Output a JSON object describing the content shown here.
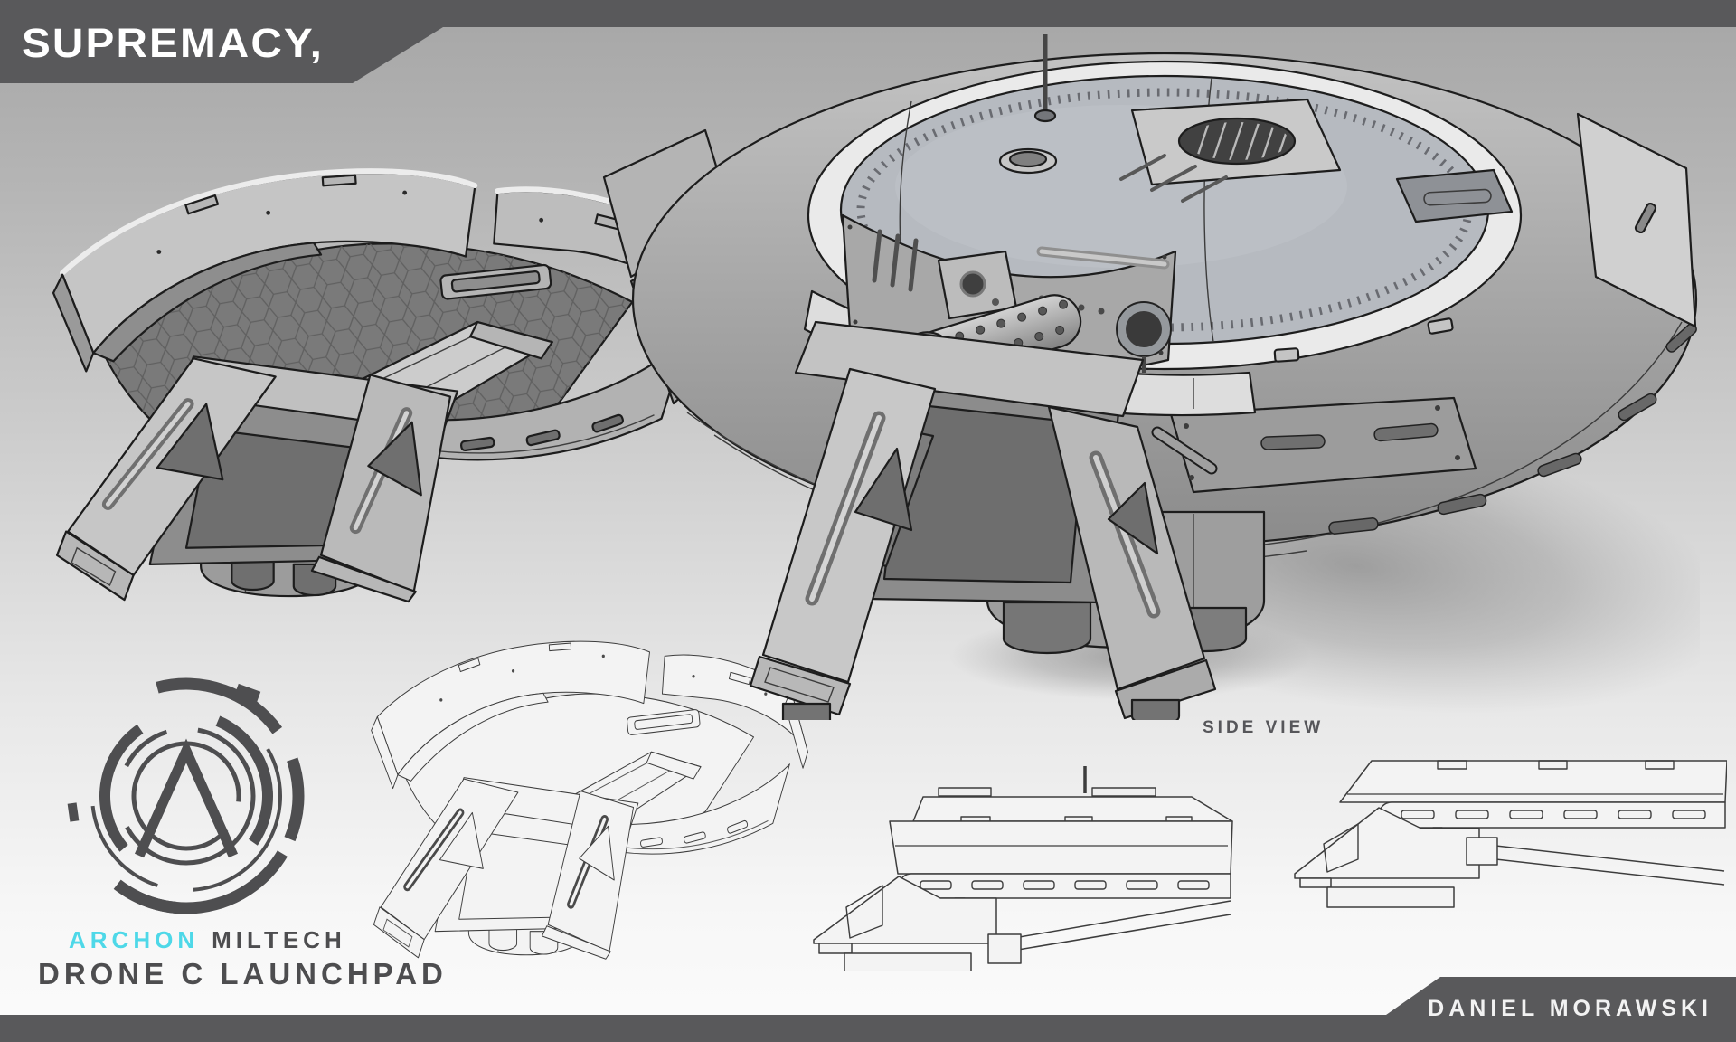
{
  "banners": {
    "top_logo": "SUPREMACY,",
    "artist": "DANIEL MORAWSKI"
  },
  "title_block": {
    "brand_primary": "ARCHON",
    "brand_secondary": "MILTECH",
    "product_title": "DRONE C LAUNCHPAD",
    "logo": "archon-emblem"
  },
  "annotations": {
    "side_view_label": "SIDE VIEW"
  },
  "views": [
    {
      "id": "shaded-open-view",
      "description": "three-quarter shaded render, landing pad open"
    },
    {
      "id": "main-shaded-view",
      "description": "large three-quarter shaded render with closed deck, cannon roller and support legs"
    },
    {
      "id": "line-art-view",
      "description": "three-quarter line-art render, landing pad open"
    },
    {
      "id": "side-view-extended",
      "description": "side view line art with raised deck and antenna"
    },
    {
      "id": "side-view-flat",
      "description": "side view line art with lowered deck"
    }
  ],
  "colors": {
    "banner_gray": "#59595b",
    "accent_cyan": "#4ed8e8",
    "text_dark": "#4d4d4f",
    "text_white": "#ffffff",
    "outline_dark": "#1d1d1d",
    "background_top": "#a6a6a6",
    "background_bottom": "#fbfbfb"
  }
}
